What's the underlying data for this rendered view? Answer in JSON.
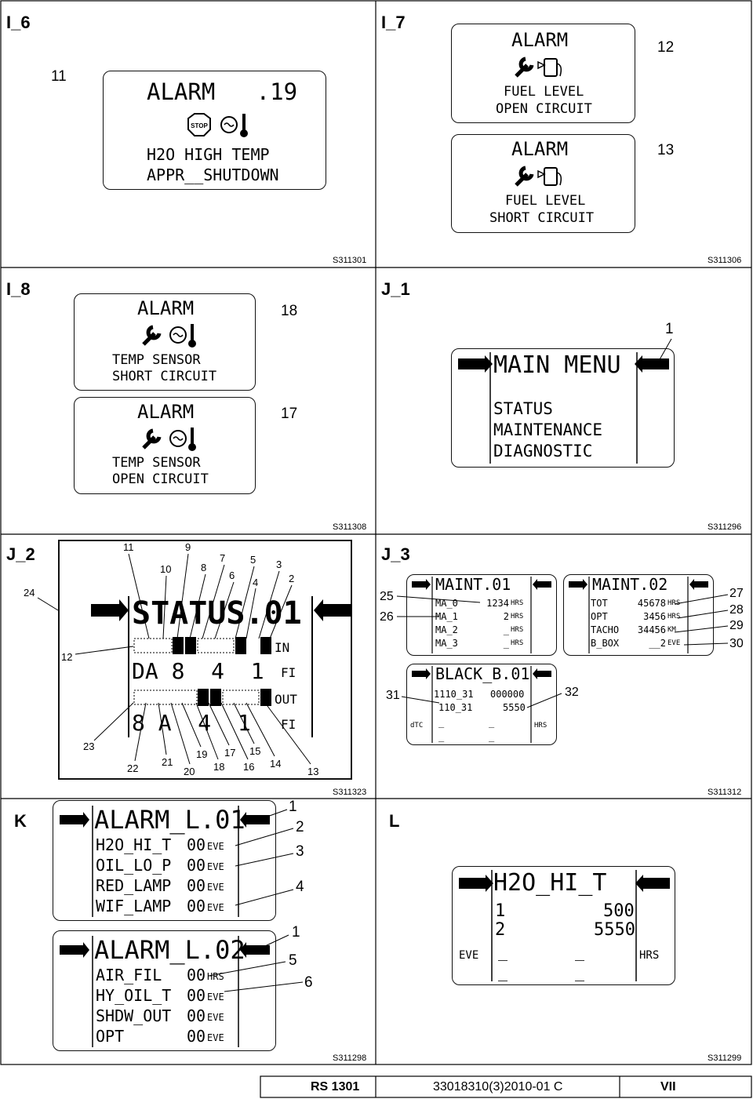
{
  "panels": {
    "i6": {
      "id": "I_6",
      "code": "S311301",
      "callout": "11",
      "lcd": {
        "title": "ALARM   .19",
        "line1": "H2O HIGH TEMP",
        "line2": "APPR__SHUTDOWN"
      }
    },
    "i7": {
      "id": "I_7",
      "code": "S311306",
      "callout_a": "12",
      "callout_b": "13",
      "lcd_a": {
        "title": "ALARM",
        "line1": "FUEL LEVEL",
        "line2": "OPEN CIRCUIT"
      },
      "lcd_b": {
        "title": "ALARM",
        "line1": "FUEL LEVEL",
        "line2": "SHORT CIRCUIT"
      }
    },
    "i8": {
      "id": "I_8",
      "code": "S311308",
      "callout_a": "18",
      "callout_b": "17",
      "lcd_a": {
        "title": "ALARM",
        "line1": "TEMP SENSOR",
        "line2": "SHORT CIRCUIT"
      },
      "lcd_b": {
        "title": "ALARM",
        "line1": "TEMP SENSOR",
        "line2": "OPEN CIRCUIT"
      }
    },
    "j1": {
      "id": "J_1",
      "code": "S311296",
      "callout": "1",
      "lcd": {
        "title": "MAIN MENU",
        "items": [
          "STATUS",
          "MAINTENANCE",
          "DIAGNOSTIC"
        ]
      }
    },
    "j2": {
      "id": "J_2",
      "code": "S311323",
      "lcd": {
        "title": "STATUS.01",
        "in_label": "IN",
        "out_label": "OUT",
        "row2": "DA 8  4  1",
        "row4": "8 A  4  1",
        "fi": "FI"
      },
      "callouts": [
        "11",
        "10",
        "9",
        "8",
        "7",
        "6",
        "5",
        "4",
        "3",
        "2",
        "24",
        "12",
        "23",
        "22",
        "21",
        "20",
        "19",
        "18",
        "17",
        "16",
        "15",
        "14",
        "13"
      ]
    },
    "j3": {
      "id": "J_3",
      "code": "S311312",
      "maint1": {
        "title": "MAINT.01",
        "rows": [
          [
            "MA_0",
            "1234",
            "HRS"
          ],
          [
            "MA_1",
            "2",
            "HRS"
          ],
          [
            "MA_2",
            "_",
            "HRS"
          ],
          [
            "MA_3",
            "_",
            "HRS"
          ]
        ]
      },
      "maint2": {
        "title": "MAINT.02",
        "rows": [
          [
            "TOT",
            "45678",
            "HRS"
          ],
          [
            "OPT",
            "3456",
            "HRS"
          ],
          [
            "TACHO",
            "34456",
            "KM"
          ],
          [
            "B_BOX",
            "__2",
            "EVE"
          ]
        ]
      },
      "black": {
        "title": "BLACK_B.01",
        "rows": [
          [
            "1110_31",
            "000000"
          ],
          [
            "110_31",
            "5550"
          ]
        ],
        "dtc": "dTC",
        "hrs": "HRS",
        "dash": "_"
      },
      "callouts": {
        "c25": "25",
        "c26": "26",
        "c27": "27",
        "c28": "28",
        "c29": "29",
        "c30": "30",
        "c31": "31",
        "c32": "32"
      }
    },
    "k": {
      "id": "K",
      "code": "S311298",
      "lcd_a": {
        "title": "ALARM_L.01",
        "rows": [
          [
            "H2O_HI_T",
            "00",
            "EVE"
          ],
          [
            "OIL_LO_P",
            "00",
            "EVE"
          ],
          [
            "RED_LAMP",
            "00",
            "EVE"
          ],
          [
            "WIF_LAMP",
            "00",
            "EVE"
          ]
        ]
      },
      "lcd_b": {
        "title": "ALARM_L.02",
        "rows": [
          [
            "AIR_FIL",
            "00",
            "HRS"
          ],
          [
            "HY_OIL_T",
            "00",
            "EVE"
          ],
          [
            "SHDW_OUT",
            "00",
            "EVE"
          ],
          [
            "OPT",
            "00",
            "EVE"
          ]
        ]
      },
      "callouts_a": [
        "1",
        "2",
        "3",
        "4"
      ],
      "callouts_b": [
        "1",
        "5",
        "6"
      ]
    },
    "l": {
      "id": "L",
      "code": "S311299",
      "lcd": {
        "title": "H2O_HI_T",
        "rows": [
          [
            "1",
            "500"
          ],
          [
            "2",
            "5550"
          ]
        ],
        "eve": "EVE",
        "hrs": "HRS",
        "dash": "_"
      }
    }
  },
  "footer": {
    "model": "RS 1301",
    "doc": "33018310(3)2010-01 C",
    "page": "VII"
  }
}
